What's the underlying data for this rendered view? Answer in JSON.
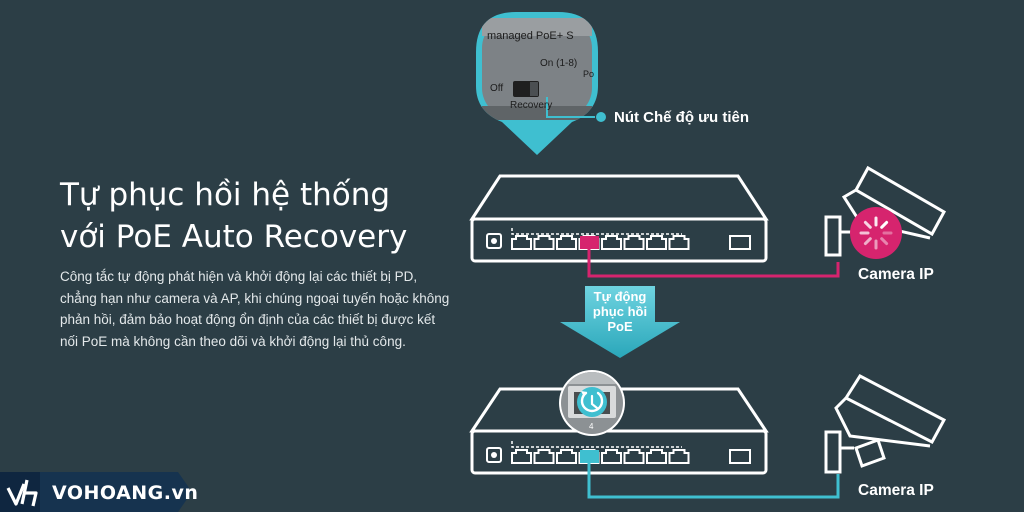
{
  "headline": {
    "line1": "Tự phục hồi hệ thống",
    "line2": "với PoE Auto Recovery"
  },
  "description": "Công tắc tự động phát hiện và khởi động lại các thiết bị PD, chẳng hạn như camera và AP, khi chúng ngoại tuyến hoặc không phản hồi, đảm bảo hoạt động ổn định của các thiết bị được kết nối PoE mà không cần theo dõi và khởi động lại thủ công.",
  "zoom_switch": {
    "header_text": "managed PoE+ S",
    "on_label": "On (1-8)",
    "off_label": "Off",
    "po_label": "Po",
    "recovery_label": "Recovery"
  },
  "priority_button_label": "Nút Chế độ ưu tiên",
  "arrow_label": [
    "Tự động",
    "phục hồi",
    "PoE"
  ],
  "camera_label_top": "Camera IP",
  "camera_label_bottom": "Camera IP",
  "port_zoom_number": "4",
  "brand": {
    "name": "VOHOANG.vn",
    "logo": "vh-logo-icon"
  },
  "colors": {
    "background": "#2c3e46",
    "accent_teal": "#3fbfd0",
    "alert_magenta": "#d6246e",
    "line_white": "#ffffff"
  }
}
